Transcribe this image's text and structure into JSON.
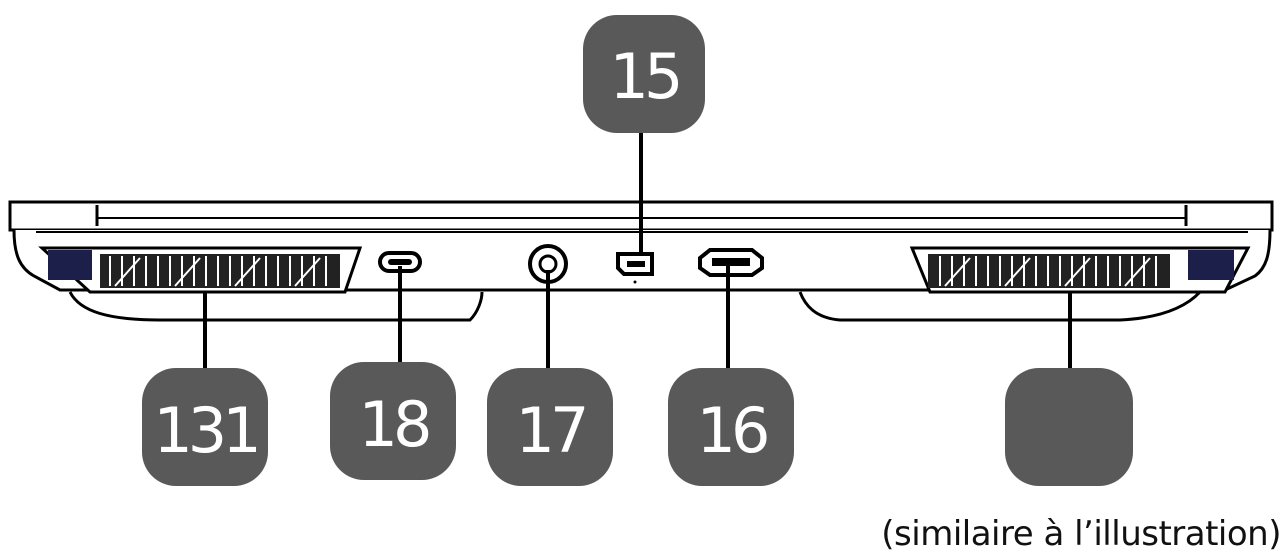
{
  "diagram": {
    "callouts": {
      "c15": "15",
      "c131": "131",
      "c18": "18",
      "c17": "17",
      "c16": "16",
      "c_blank": ""
    },
    "caption": "(similaire à l’illustration)",
    "badge_color": "#595959",
    "line_color": "#000000"
  }
}
